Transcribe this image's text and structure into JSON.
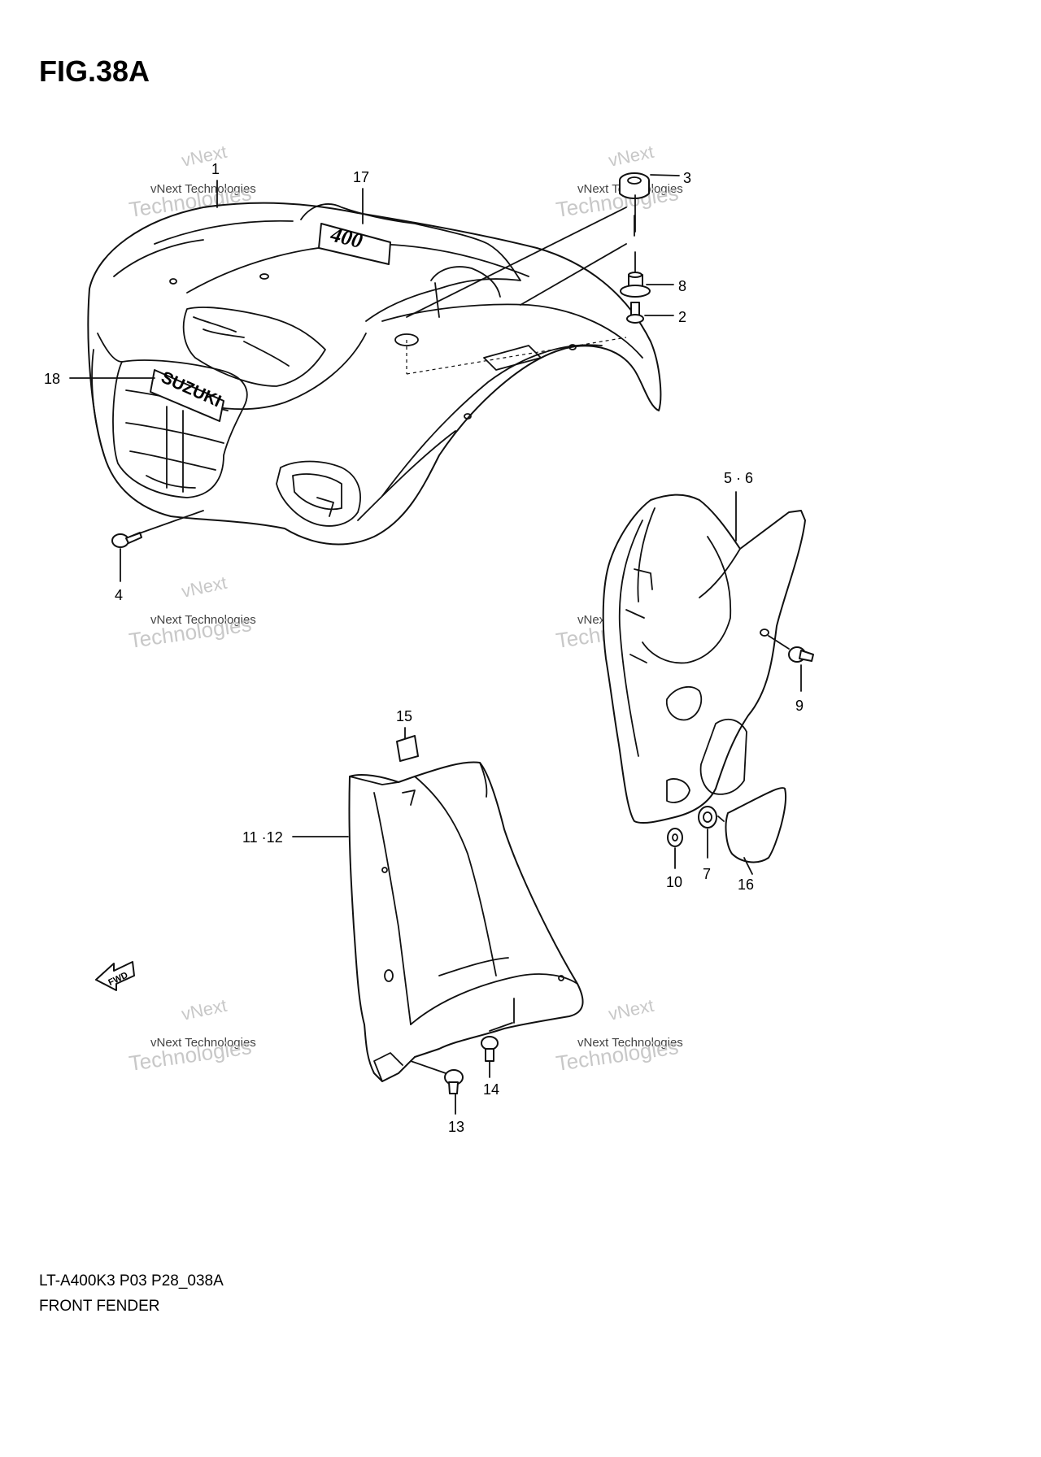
{
  "figure": {
    "title": "FIG.38A",
    "model_code": "LT-A400K3 P03 P28_038A",
    "caption": "FRONT FENDER"
  },
  "emblems": {
    "brand": "SUZUKI",
    "model": "400"
  },
  "fwd_label": "FWD",
  "callouts": [
    {
      "id": "c1",
      "label": "1"
    },
    {
      "id": "c17",
      "label": "17"
    },
    {
      "id": "c3",
      "label": "3"
    },
    {
      "id": "c8",
      "label": "8"
    },
    {
      "id": "c2",
      "label": "2"
    },
    {
      "id": "c18",
      "label": "18"
    },
    {
      "id": "c4",
      "label": "4"
    },
    {
      "id": "c56",
      "label": "5 · 6"
    },
    {
      "id": "c9",
      "label": "9"
    },
    {
      "id": "c15",
      "label": "15"
    },
    {
      "id": "c1112",
      "label": "11 ·12"
    },
    {
      "id": "c10",
      "label": "10"
    },
    {
      "id": "c7",
      "label": "7"
    },
    {
      "id": "c16",
      "label": "16"
    },
    {
      "id": "c14",
      "label": "14"
    },
    {
      "id": "c13",
      "label": "13"
    }
  ],
  "watermark": {
    "line1": "vNext",
    "line2": "vNext Technologies",
    "line3": "Technologies"
  }
}
